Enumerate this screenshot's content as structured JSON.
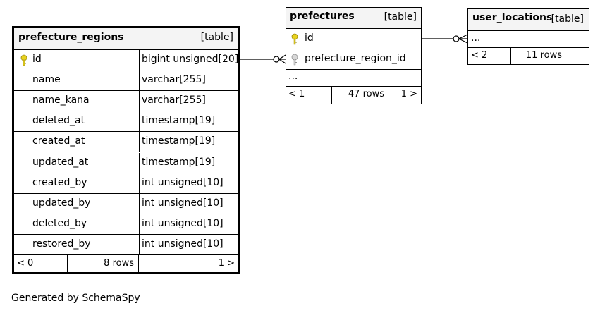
{
  "tables": {
    "prefecture_regions": {
      "name": "prefecture_regions",
      "type": "[table]",
      "columns": [
        {
          "name": "id",
          "type": "bigint unsigned[20]",
          "key": "primary"
        },
        {
          "name": "name",
          "type": "varchar[255]"
        },
        {
          "name": "name_kana",
          "type": "varchar[255]"
        },
        {
          "name": "deleted_at",
          "type": "timestamp[19]"
        },
        {
          "name": "created_at",
          "type": "timestamp[19]"
        },
        {
          "name": "updated_at",
          "type": "timestamp[19]"
        },
        {
          "name": "created_by",
          "type": "int unsigned[10]"
        },
        {
          "name": "updated_by",
          "type": "int unsigned[10]"
        },
        {
          "name": "deleted_by",
          "type": "int unsigned[10]"
        },
        {
          "name": "restored_by",
          "type": "int unsigned[10]"
        }
      ],
      "footer": {
        "parents": "< 0",
        "rows": "8 rows",
        "children": "1 >"
      }
    },
    "prefectures": {
      "name": "prefectures",
      "type": "[table]",
      "columns": [
        {
          "name": "id",
          "key": "primary"
        },
        {
          "name": "prefecture_region_id",
          "key": "foreign"
        }
      ],
      "ellipsis": "...",
      "footer": {
        "parents": "< 1",
        "rows": "47 rows",
        "children": "1 >"
      }
    },
    "user_locations": {
      "name": "user_locations",
      "type": "[table]",
      "ellipsis": "...",
      "footer": {
        "parents": "< 2",
        "rows": "11 rows",
        "children": ""
      }
    }
  },
  "colors": {
    "primary_key": "#e8d21f",
    "foreign_key": "#b0b0b0",
    "header_bg": "#f4f4f4"
  },
  "generated_by": "Generated by SchemaSpy"
}
